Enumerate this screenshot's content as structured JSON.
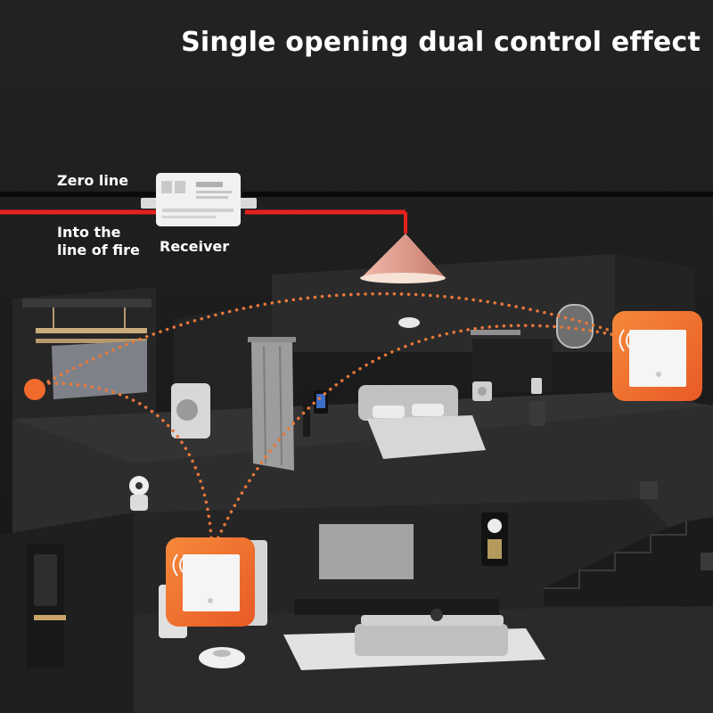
{
  "title": "Single opening dual control effect",
  "labels": {
    "zero_line": "Zero line",
    "fire_line": "Into the line of fire",
    "receiver": "Receiver"
  },
  "colors": {
    "background": "#1c1c1c",
    "live_wire": "#e8201c",
    "neutral_wire": "#0a0a0a",
    "signal_dots": "#e8783a",
    "switch_glow": "#f07030",
    "lamp_shade": "#e3a092"
  },
  "icons": [
    "receiver-module",
    "pendant-lamp",
    "wall-switch-icon",
    "wall-switch-icon",
    "clothes-rack",
    "security-camera",
    "robot-vacuum",
    "smart-lock",
    "bed",
    "sofa",
    "washing-machine",
    "stairs"
  ]
}
